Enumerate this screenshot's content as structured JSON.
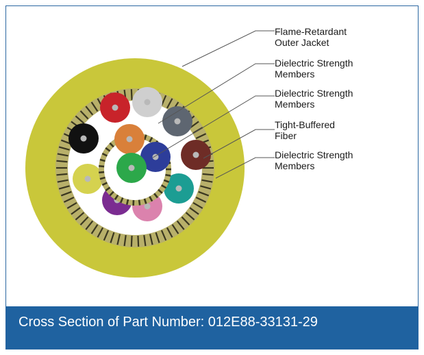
{
  "labels": {
    "jacket": [
      "Flame-Retardant",
      "Outer Jacket"
    ],
    "outer_strength": [
      "Dielectric Strength",
      "Members"
    ],
    "inner_strength": [
      "Dielectric Strength",
      "Members"
    ],
    "fiber": [
      "Tight-Buffered",
      "Fiber"
    ],
    "core_strength": [
      "Dielectric Strength",
      "Members"
    ]
  },
  "caption": "Cross Section of Part Number: 012E88-33131-29",
  "colors": {
    "frame_border": "#2a66a1",
    "caption_bg": "#1f62a0",
    "jacket": "#c9c73a",
    "strength_yarn_dark": "#3a3720",
    "strength_yarn_light": "#b8b06a",
    "fiber_center": "#b9b9b9"
  },
  "fibers": [
    {
      "name": "red-fiber",
      "color": "#c8232a"
    },
    {
      "name": "white-fiber",
      "color": "#cfcfcf"
    },
    {
      "name": "slate-fiber",
      "color": "#5e6671"
    },
    {
      "name": "black-fiber",
      "color": "#111111"
    },
    {
      "name": "brown-fiber",
      "color": "#6e2c26"
    },
    {
      "name": "yellow-fiber",
      "color": "#d5d24f"
    },
    {
      "name": "aqua-fiber",
      "color": "#1c9d93"
    },
    {
      "name": "violet-fiber",
      "color": "#7b2c91"
    },
    {
      "name": "rose-fiber",
      "color": "#db82ad"
    },
    {
      "name": "orange-fiber",
      "color": "#d9803a"
    },
    {
      "name": "blue-fiber",
      "color": "#2d3d9a"
    },
    {
      "name": "green-fiber",
      "color": "#2ca84a"
    }
  ]
}
